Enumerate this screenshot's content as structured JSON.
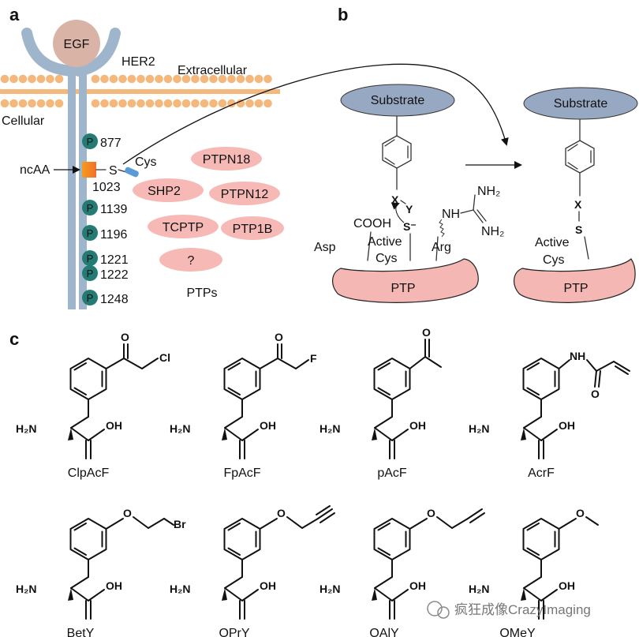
{
  "panels": {
    "a": "a",
    "b": "b",
    "c": "c"
  },
  "panel_a": {
    "egf": "EGF",
    "her2": "HER2",
    "extracellular": "Extracellular",
    "cellular": "Cellular",
    "ncaa": "ncAA",
    "phospho_marker": "P",
    "sites": [
      "877",
      "1023",
      "1139",
      "1196",
      "1221",
      "1222",
      "1248"
    ],
    "s_link": "S",
    "cys": "Cys",
    "ptps": [
      "PTPN18",
      "SHP2",
      "PTPN12",
      "TCPTP",
      "PTP1B",
      "?"
    ],
    "ptps_title": "PTPs"
  },
  "panel_b": {
    "substrate": "Substrate",
    "x": "X",
    "y": "Y",
    "s_minus": "S⁻",
    "s": "S",
    "nh": "NH",
    "nh2": "NH₂",
    "cooh": "COOH",
    "asp": "Asp",
    "active": "Active",
    "cys": "Cys",
    "arg": "Arg",
    "ptp": "PTP"
  },
  "panel_c": {
    "names": [
      "ClpAcF",
      "FpAcF",
      "pAcF",
      "AcrF",
      "BetY",
      "OPrY",
      "OAlY",
      "OMeY"
    ],
    "atoms": {
      "h2n": "H₂N",
      "oh": "OH",
      "o": "O",
      "cl": "Cl",
      "f": "F",
      "nh": "NH",
      "br": "Br"
    }
  },
  "watermark": "疯狂成像CrazyImaging",
  "colors": {
    "receptor": "#9fb5cc",
    "egf": "#d9b4a6",
    "membrane": "#f4b87c",
    "phospho": "#237b73",
    "ptp_ellipse": "#f7b9b6",
    "substrate": "#97a8c2",
    "ptp_body": "#f4b7b3"
  }
}
